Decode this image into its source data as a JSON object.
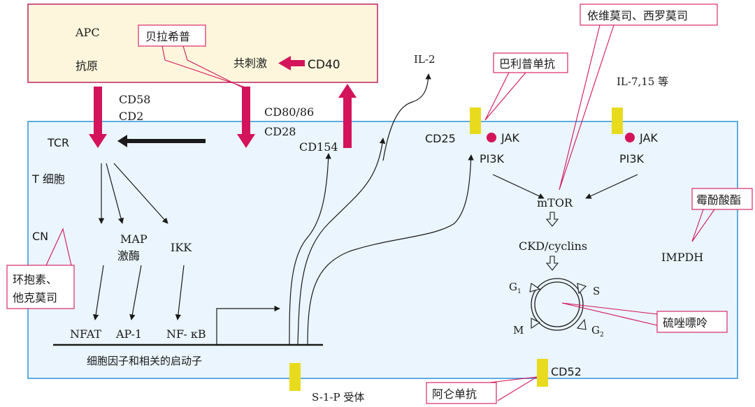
{
  "apc": {
    "name": "APC",
    "antigen": "抗原",
    "costim": "共刺激",
    "cd40": "CD40"
  },
  "receptors": {
    "cd58": "CD58",
    "cd2": "CD2",
    "cd80_86": "CD80/86",
    "cd28": "CD28",
    "cd154": "CD154",
    "cd25": "CD25",
    "cd52": "CD52",
    "s1p": "S-1-P 受体",
    "il7_15": "IL-7,15 等"
  },
  "tcell": {
    "tcr": "TCR",
    "label": "T 细胞"
  },
  "signals": {
    "cn": "CN",
    "map": "MAP",
    "kinase": "激酶",
    "ikk": "IKK",
    "nfat": "NFAT",
    "ap1": "AP-1",
    "nfkb": "NF- κB",
    "promoter": "细胞因子和相关的启动子",
    "il2": "IL-2"
  },
  "jak_stat": {
    "jak1": "JAK",
    "jak2": "JAK",
    "pi3k1": "PI3K",
    "pi3k2": "PI3K",
    "mtor": "mTOR",
    "ckd": "CKD/cyclins",
    "impdh": "IMPDH"
  },
  "cell_cycle": {
    "g1_letter": "G",
    "g1_sub": "1",
    "s": "S",
    "m": "M",
    "g2_letter": "G",
    "g2_sub": "2"
  },
  "drugs": {
    "belatacept": "贝拉希普",
    "everolimus_sirolimus": "依维莫司、西罗莫司",
    "basiliximab": "巴利普单抗",
    "cyclosporine": "环抱素、",
    "tacrolimus": "他克莫司",
    "mmf": "霉酚酸酯",
    "azathioprine": "硫唑嘌呤",
    "alemtuzumab": "阿仑单抗"
  },
  "colors": {
    "apc_fill": "#fdf6dc",
    "apc_border": "#c0306b",
    "cell_fill": "#eaf5fd",
    "cell_border": "#3a9ad9",
    "magenta": "#d4145a",
    "receptor_yellow": "#e8db1e",
    "callout_border": "#d4145a"
  }
}
